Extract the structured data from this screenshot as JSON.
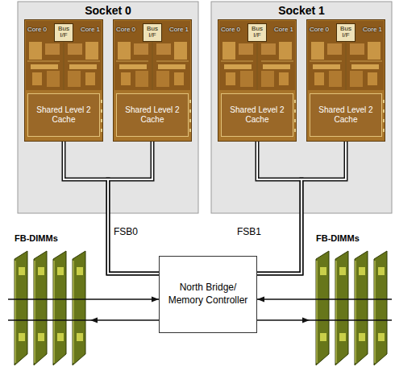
{
  "diagram": {
    "nodes": [
      {
        "text": [
          "Socket 0"
        ]
      },
      {
        "text": [
          "Core 0",
          "Core 1"
        ],
        "in": 0
      },
      {
        "text": [
          "Bus I/F"
        ],
        "in": 1
      },
      {
        "text": [
          "Shared Level 2 Cache"
        ],
        "in": 1
      },
      {
        "text": [
          "Core 0",
          "Core 1"
        ],
        "in": 0
      },
      {
        "text": [
          "Bus I/F"
        ],
        "in": 4
      },
      {
        "text": [
          "Shared Level 2 Cache"
        ],
        "in": 4
      },
      {
        "text": [
          "Socket 1"
        ]
      },
      {
        "text": [
          "Core 0",
          "Core 1"
        ],
        "in": 7
      },
      {
        "text": [
          "Bus I/F"
        ],
        "in": 8
      },
      {
        "text": [
          "Shared Level 2 Cache"
        ],
        "in": 8
      },
      {
        "text": [
          "Core 0",
          "Core 1"
        ],
        "in": 7
      },
      {
        "text": [
          "Bus I/F"
        ],
        "in": 11
      },
      {
        "text": [
          "Shared Level 2 Cache"
        ],
        "in": 11
      },
      {
        "text": [
          "FB-DIMMs"
        ]
      },
      {
        "text": [
          "North Bridge/ Memory Controller"
        ]
      },
      {
        "text": [
          "FB-DIMMs"
        ]
      }
    ],
    "edges": [
      {
        "from": 1,
        "to": 15,
        "label": "FSB0",
        "arrow": "none"
      },
      {
        "from": 4,
        "to": 15,
        "arrow": "none"
      },
      {
        "from": 8,
        "to": 15,
        "label": "FSB1",
        "arrow": "none"
      },
      {
        "from": 11,
        "to": 15,
        "arrow": "none"
      },
      {
        "from": 14,
        "to": 15,
        "arrow": "to"
      },
      {
        "from": 15,
        "to": 14,
        "arrow": "to"
      },
      {
        "from": 16,
        "to": 15,
        "arrow": "to"
      },
      {
        "from": 15,
        "to": 16,
        "arrow": "to"
      }
    ]
  }
}
